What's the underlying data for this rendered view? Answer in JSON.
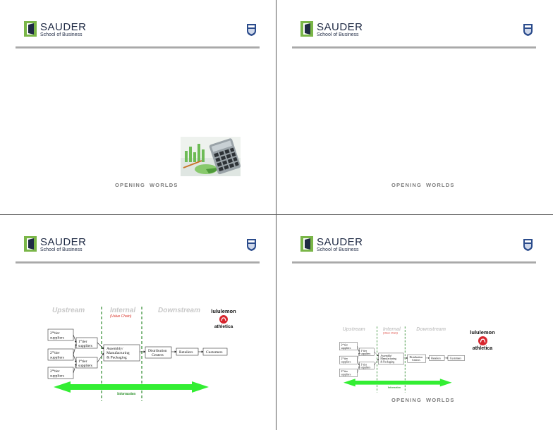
{
  "brand": {
    "name": "SAUDER",
    "subtitle": "School of Business",
    "crest_label": "UBC",
    "opening_words": [
      "OPENING",
      "WORLDS"
    ],
    "colors": {
      "logo_green": "#7ab648",
      "logo_navy": "#1f2a44",
      "crest_blue": "#2b4c8c"
    }
  },
  "supply_chain": {
    "headers": {
      "upstream": "Upstream",
      "internal": "Internal",
      "value_chain": "(Value Chain)",
      "downstream": "Downstream"
    },
    "tier2": [
      "2nd tier suppliers",
      "2nd tier suppliers",
      "2nd tier suppliers"
    ],
    "tier2_lines": {
      "sup": "nd",
      "base": "2",
      "word": "tier",
      "second": "suppliers"
    },
    "tier1": {
      "sup": "st",
      "base": "1",
      "word": "tier",
      "second": "suppliers"
    },
    "assembly": [
      "Assembly/",
      "Manufacturing",
      "& Packaging"
    ],
    "distribution": [
      "Distribution",
      "Centers"
    ],
    "retailers": "Retailers",
    "customers": "Customers",
    "information": "Information",
    "lululemon": [
      "lululemon",
      "athletica"
    ]
  }
}
